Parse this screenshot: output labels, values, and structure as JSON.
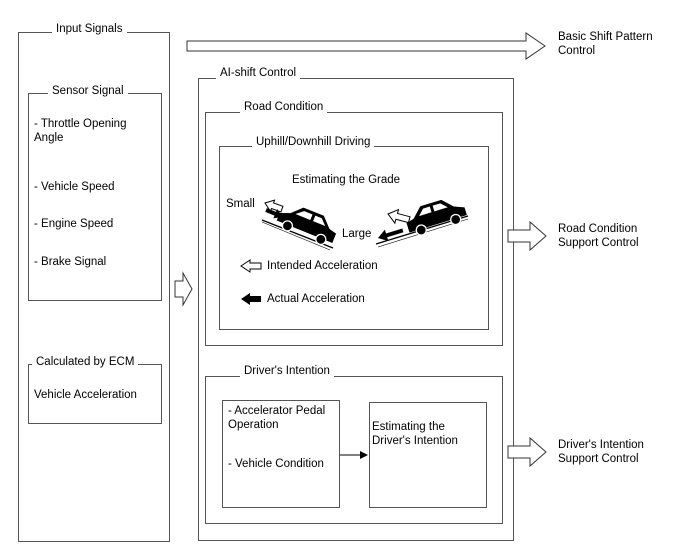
{
  "input_signals": {
    "title": "Input Signals",
    "sensor_signal": {
      "title": "Sensor Signal",
      "items": [
        "- Throttle Opening\nAngle",
        "- Vehicle Speed",
        "- Engine Speed",
        "- Brake Signal"
      ]
    },
    "calculated": {
      "title": "Calculated by ECM",
      "item": "Vehicle Acceleration"
    }
  },
  "basic_shift": "Basic Shift Pattern\nControl",
  "ai_shift": {
    "title": "AI-shift Control",
    "road_condition": {
      "title": "Road Condition",
      "uphill": {
        "title": "Uphill/Downhill Driving",
        "estimating": "Estimating the Grade",
        "small": "Small",
        "large": "Large",
        "legend_intended": "Intended Acceleration",
        "legend_actual": "Actual Acceleration"
      }
    },
    "drivers_intention": {
      "title": "Driver's Intention",
      "inputs": [
        "- Accelerator Pedal\nOperation",
        "- Vehicle Condition"
      ],
      "estimating": "Estimating the\nDriver's Intention"
    }
  },
  "outputs": {
    "road_support": "Road Condition\nSupport Control",
    "driver_support": "Driver's Intention\nSupport Control"
  }
}
